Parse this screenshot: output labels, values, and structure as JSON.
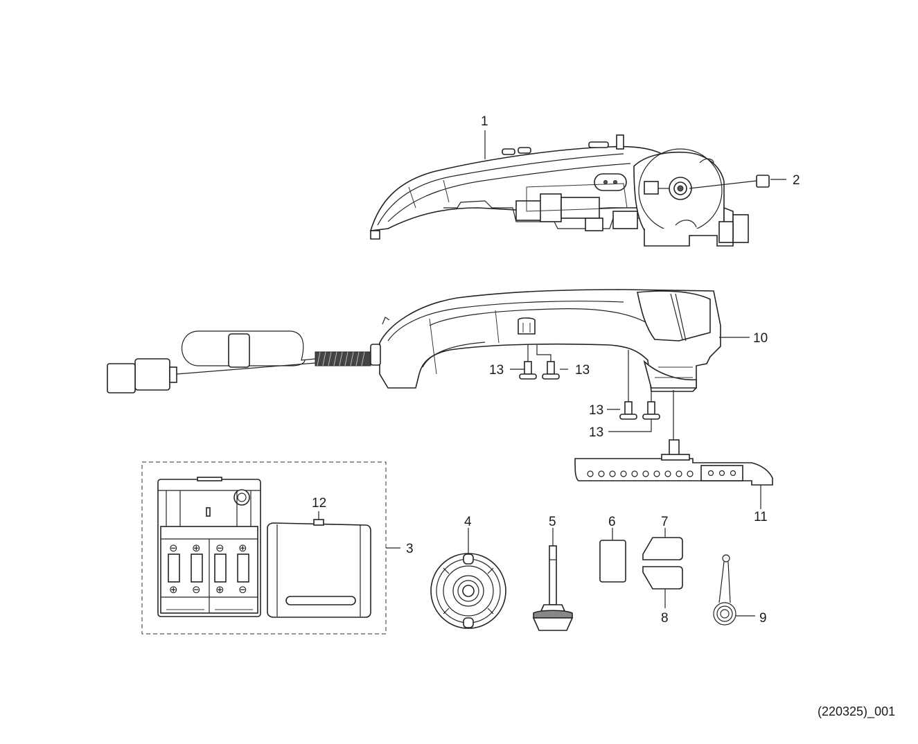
{
  "callouts": {
    "c1": "1",
    "c2": "2",
    "c3": "3",
    "c4": "4",
    "c5": "5",
    "c6": "6",
    "c7": "7",
    "c8": "8",
    "c9": "9",
    "c10": "10",
    "c11": "11",
    "c12": "12",
    "c13": "13"
  },
  "footer": {
    "code": "(220325)_001"
  }
}
